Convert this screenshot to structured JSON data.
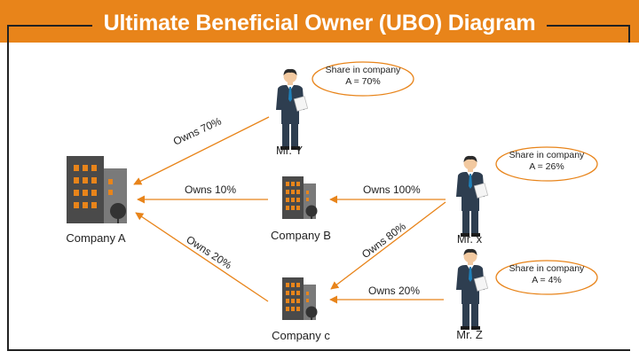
{
  "title": "Ultimate Beneficial Owner (UBO) Diagram",
  "colors": {
    "accent": "#E8841A",
    "building_dark": "#4A4A4A",
    "building_light": "#7A7A7A",
    "window": "#E8841A",
    "suit": "#2E3E50",
    "tie": "#1E7FB8",
    "skin": "#F2C9A0"
  },
  "entities": {
    "company_a": "Company A",
    "company_b": "Company B",
    "company_c": "Company c",
    "mr_y": "Mr. Y",
    "mr_x": "Mr. x",
    "mr_z": "Mr. Z"
  },
  "edges": {
    "y_to_a": "Owns 70%",
    "b_to_a": "Owns 10%",
    "c_to_a": "Owns 20%",
    "x_to_b": "Owns 100%",
    "x_to_c": "Owns 80%",
    "z_to_c": "Owns 20%"
  },
  "callouts": {
    "mr_y": {
      "line1": "Share in company",
      "line2": "A = 70%"
    },
    "mr_x": {
      "line1": "Share in company",
      "line2": "A = 26%"
    },
    "mr_z": {
      "line1": "Share in company",
      "line2": "A = 4%"
    }
  },
  "icons": [
    "building-icon",
    "person-icon",
    "tree-icon",
    "arrow-icon",
    "speech-bubble-icon"
  ]
}
